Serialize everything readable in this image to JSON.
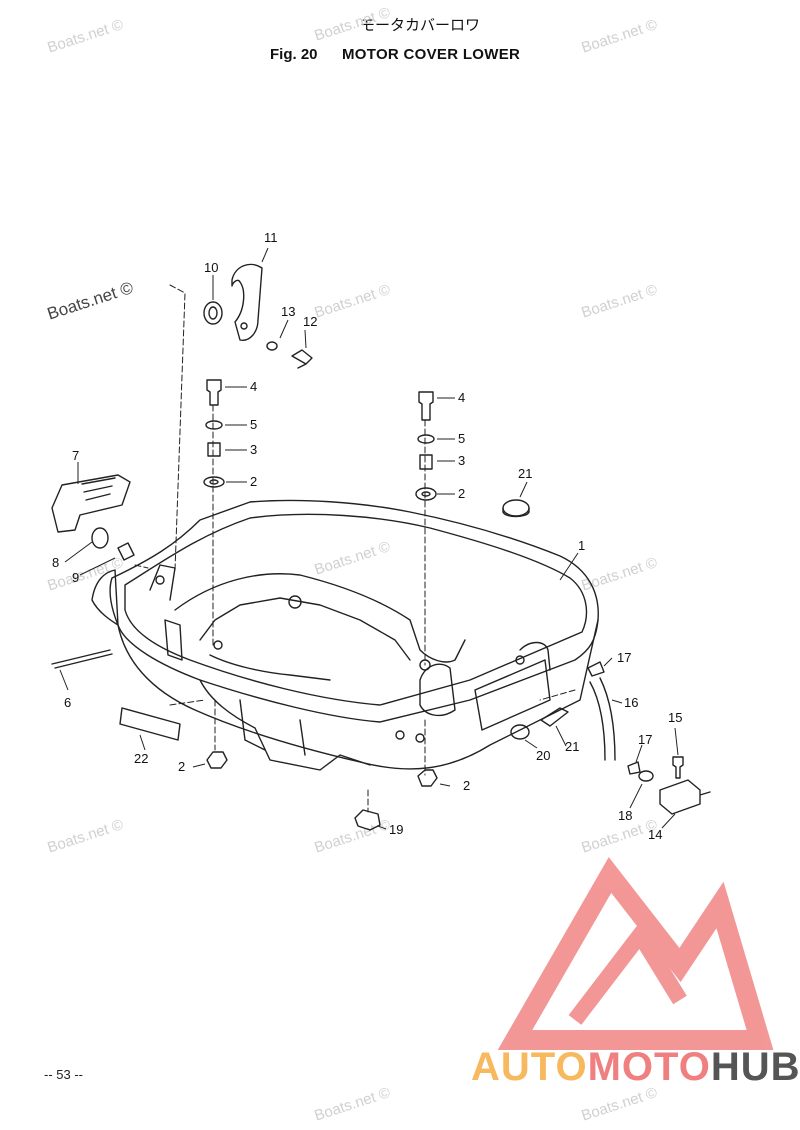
{
  "header": {
    "japanese_title": "モータカバーロワ",
    "fig_number": "Fig. 20",
    "title": "MOTOR COVER LOWER"
  },
  "watermark": "Boats.net ©",
  "page_number": "-- 53 --",
  "logo": {
    "part1": "AUTO",
    "part2": "MOTO",
    "part3": "HUB",
    "colors": {
      "auto": "#f7b85e",
      "moto": "#f08080",
      "hub": "#555555"
    }
  },
  "callouts": {
    "c1": "1",
    "c2a": "2",
    "c2b": "2",
    "c2c": "2",
    "c2d": "2",
    "c3a": "3",
    "c3b": "3",
    "c4a": "4",
    "c4b": "4",
    "c5a": "5",
    "c5b": "5",
    "c6": "6",
    "c7": "7",
    "c8": "8",
    "c9": "9",
    "c10": "10",
    "c11": "11",
    "c12": "12",
    "c13": "13",
    "c14": "14",
    "c15": "15",
    "c16": "16",
    "c17a": "17",
    "c17b": "17",
    "c18": "18",
    "c19": "19",
    "c20": "20",
    "c21a": "21",
    "c21b": "21",
    "c22": "22"
  }
}
